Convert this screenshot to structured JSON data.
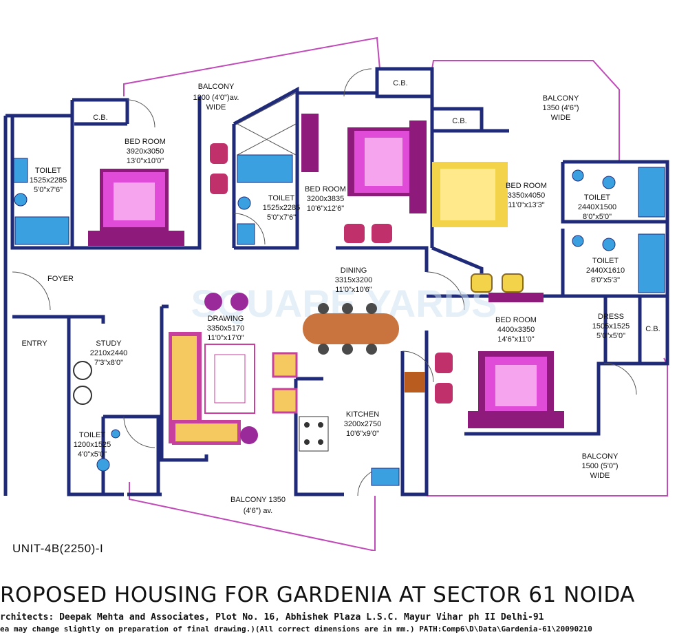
{
  "watermark": "SQUARE YARDS",
  "unit_label": "UNIT-4B(2250)-I",
  "colors": {
    "wall": "#1f2a78",
    "balcony_outline": "#c04ab8",
    "bed": "#e04cd8",
    "bed_frame": "#8e1a7c",
    "yellow_bed": "#f2d34a",
    "water": "#3aa0e0",
    "table": "#c9733f",
    "sofa": "#f6c860",
    "chair": "#c0306a"
  },
  "rooms": {
    "balcony_top_left": {
      "name": "BALCONY",
      "size": "1200 (4'0\")av.",
      "extra": "WIDE"
    },
    "cb_1": {
      "name": "C.B."
    },
    "bed_room_1": {
      "name": "BED ROOM",
      "mm": "3920x3050",
      "ft": "13'0\"x10'0\""
    },
    "toilet_1": {
      "name": "TOILET",
      "mm": "1525x2285",
      "ft": "5'0\"x7'6\""
    },
    "toilet_2": {
      "name": "TOILET",
      "mm": "1525x2285",
      "ft": "5'0\"x7'6\""
    },
    "bed_room_2": {
      "name": "BED ROOM",
      "mm": "3200x3835",
      "ft": "10'6\"x12'6\""
    },
    "cb_2": {
      "name": "C.B."
    },
    "cb_3": {
      "name": "C.B."
    },
    "balcony_top_right": {
      "name": "BALCONY",
      "size": "1350 (4'6\")",
      "extra": "WIDE"
    },
    "bed_room_3": {
      "name": "BED ROOM",
      "mm": "3350x4050",
      "ft": "11'0\"x13'3\""
    },
    "toilet_3": {
      "name": "TOILET",
      "mm": "2440X1500",
      "ft": "8'0\"x5'0\""
    },
    "toilet_4": {
      "name": "TOILET",
      "mm": "2440X1610",
      "ft": "8'0\"x5'3\""
    },
    "foyer": {
      "name": "FOYER"
    },
    "dining": {
      "name": "DINING",
      "mm": "3315x3200",
      "ft": "11'0\"x10'6\""
    },
    "drawing": {
      "name": "DRAWING",
      "mm": "3350x5170",
      "ft": "11'0\"x17'0\""
    },
    "entry": {
      "name": "ENTRY"
    },
    "study": {
      "name": "STUDY",
      "mm": "2210x2440",
      "ft": "7'3\"x8'0\""
    },
    "bed_room_4": {
      "name": "BED ROOM",
      "mm": "4400x3350",
      "ft": "14'6\"x11'0\""
    },
    "dress": {
      "name": "DRESS",
      "mm": "1505x1525",
      "ft": "5'0\"x5'0\""
    },
    "cb_4": {
      "name": "C.B."
    },
    "kitchen": {
      "name": "KITCHEN",
      "mm": "3200x2750",
      "ft": "10'6\"x9'0\""
    },
    "toilet_5": {
      "name": "TOILET",
      "mm": "1200x1525",
      "ft": "4'0\"x5'0\""
    },
    "balcony_bottom": {
      "name": "BALCONY 1350",
      "size": "(4'6\") av."
    },
    "balcony_right": {
      "name": "BALCONY",
      "size": "1500 (5'0\")",
      "extra": "WIDE"
    }
  },
  "footer": {
    "title": "ROPOSED HOUSING FOR GARDENIA AT  SECTOR 61  NOIDA",
    "architects": "rchitects: Deepak Mehta and Associates, Plot No. 16, Abhishek Plaza L.S.C. Mayur Vihar ph II Delhi-91",
    "note": "ea may change slightly on preparation of final drawing.)(All correct dimensions are in mm.) PATH:Comp6\\D\\Data\\Gardenia-61\\20090210"
  }
}
